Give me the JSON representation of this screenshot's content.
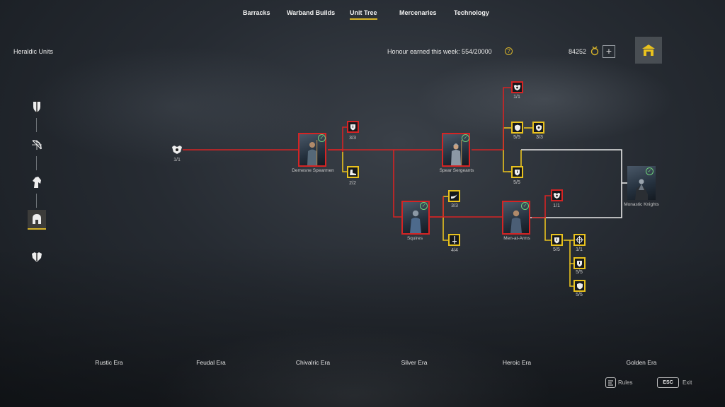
{
  "nav": {
    "tabs": [
      {
        "label": "Barracks"
      },
      {
        "label": "Warband Builds"
      },
      {
        "label": "Unit Tree",
        "active": true
      },
      {
        "label": "Mercenaries"
      },
      {
        "label": "Technology"
      }
    ]
  },
  "header": {
    "section_title": "Heraldic Units",
    "honour_text": "Honour earned this week: 554/20000",
    "currency_value": "84252",
    "add_icon": "plus-icon",
    "shop_icon": "shop-icon"
  },
  "sidebar": {
    "items": [
      {
        "icon": "shield-sword-icon"
      },
      {
        "icon": "bow-icon"
      },
      {
        "icon": "horse-icon"
      },
      {
        "icon": "helmet-icon",
        "active": true
      },
      {
        "icon": "armor-icon"
      }
    ]
  },
  "tree": {
    "root": {
      "icon": "crest-icon",
      "count": "1/1"
    },
    "units": {
      "demesne": {
        "label": "Demesne Spearmen",
        "unlocked": true
      },
      "spear": {
        "label": "Spear Sergeants",
        "unlocked": true
      },
      "squires": {
        "label": "Squires",
        "unlocked": true
      },
      "maa": {
        "label": "Men-at-Arms",
        "unlocked": true
      },
      "monastic": {
        "label": "Monastic Knights",
        "unlocked": true
      }
    },
    "perks": {
      "p1": {
        "count": "3/3",
        "icon": "shield-icon"
      },
      "p2": {
        "count": "2/2",
        "icon": "boot-icon"
      },
      "p3": {
        "count": "1/1",
        "icon": "crest-icon"
      },
      "p4": {
        "count": "5/5",
        "icon": "shield-icon"
      },
      "p5": {
        "count": "3/3",
        "icon": "shield-icon"
      },
      "p6": {
        "count": "5/5",
        "icon": "shield-icon"
      },
      "p7": {
        "count": "3/3",
        "icon": "swoosh-icon"
      },
      "p8": {
        "count": "4/4",
        "icon": "sword-icon"
      },
      "p9": {
        "count": "1/1",
        "icon": "crest-icon"
      },
      "p10": {
        "count": "5/5",
        "icon": "shield-icon"
      },
      "p11": {
        "count": "1/1",
        "icon": "target-icon"
      },
      "p12": {
        "count": "5/5",
        "icon": "shield-icon"
      },
      "p13": {
        "count": "5/5",
        "icon": "shield-icon"
      }
    }
  },
  "eras": [
    "Rustic Era",
    "Feudal Era",
    "Chivalric Era",
    "Silver Era",
    "Heroic Era",
    "Golden Era"
  ],
  "footer": {
    "rules_label": "Rules",
    "esc_key": "ESC",
    "exit_label": "Exit"
  },
  "colors": {
    "accent": "#d9b52a",
    "unlocked_path": "#d52424",
    "perk_border": "#e9c21e",
    "locked_path": "#e8e8e8",
    "check": "#6fd27a"
  }
}
